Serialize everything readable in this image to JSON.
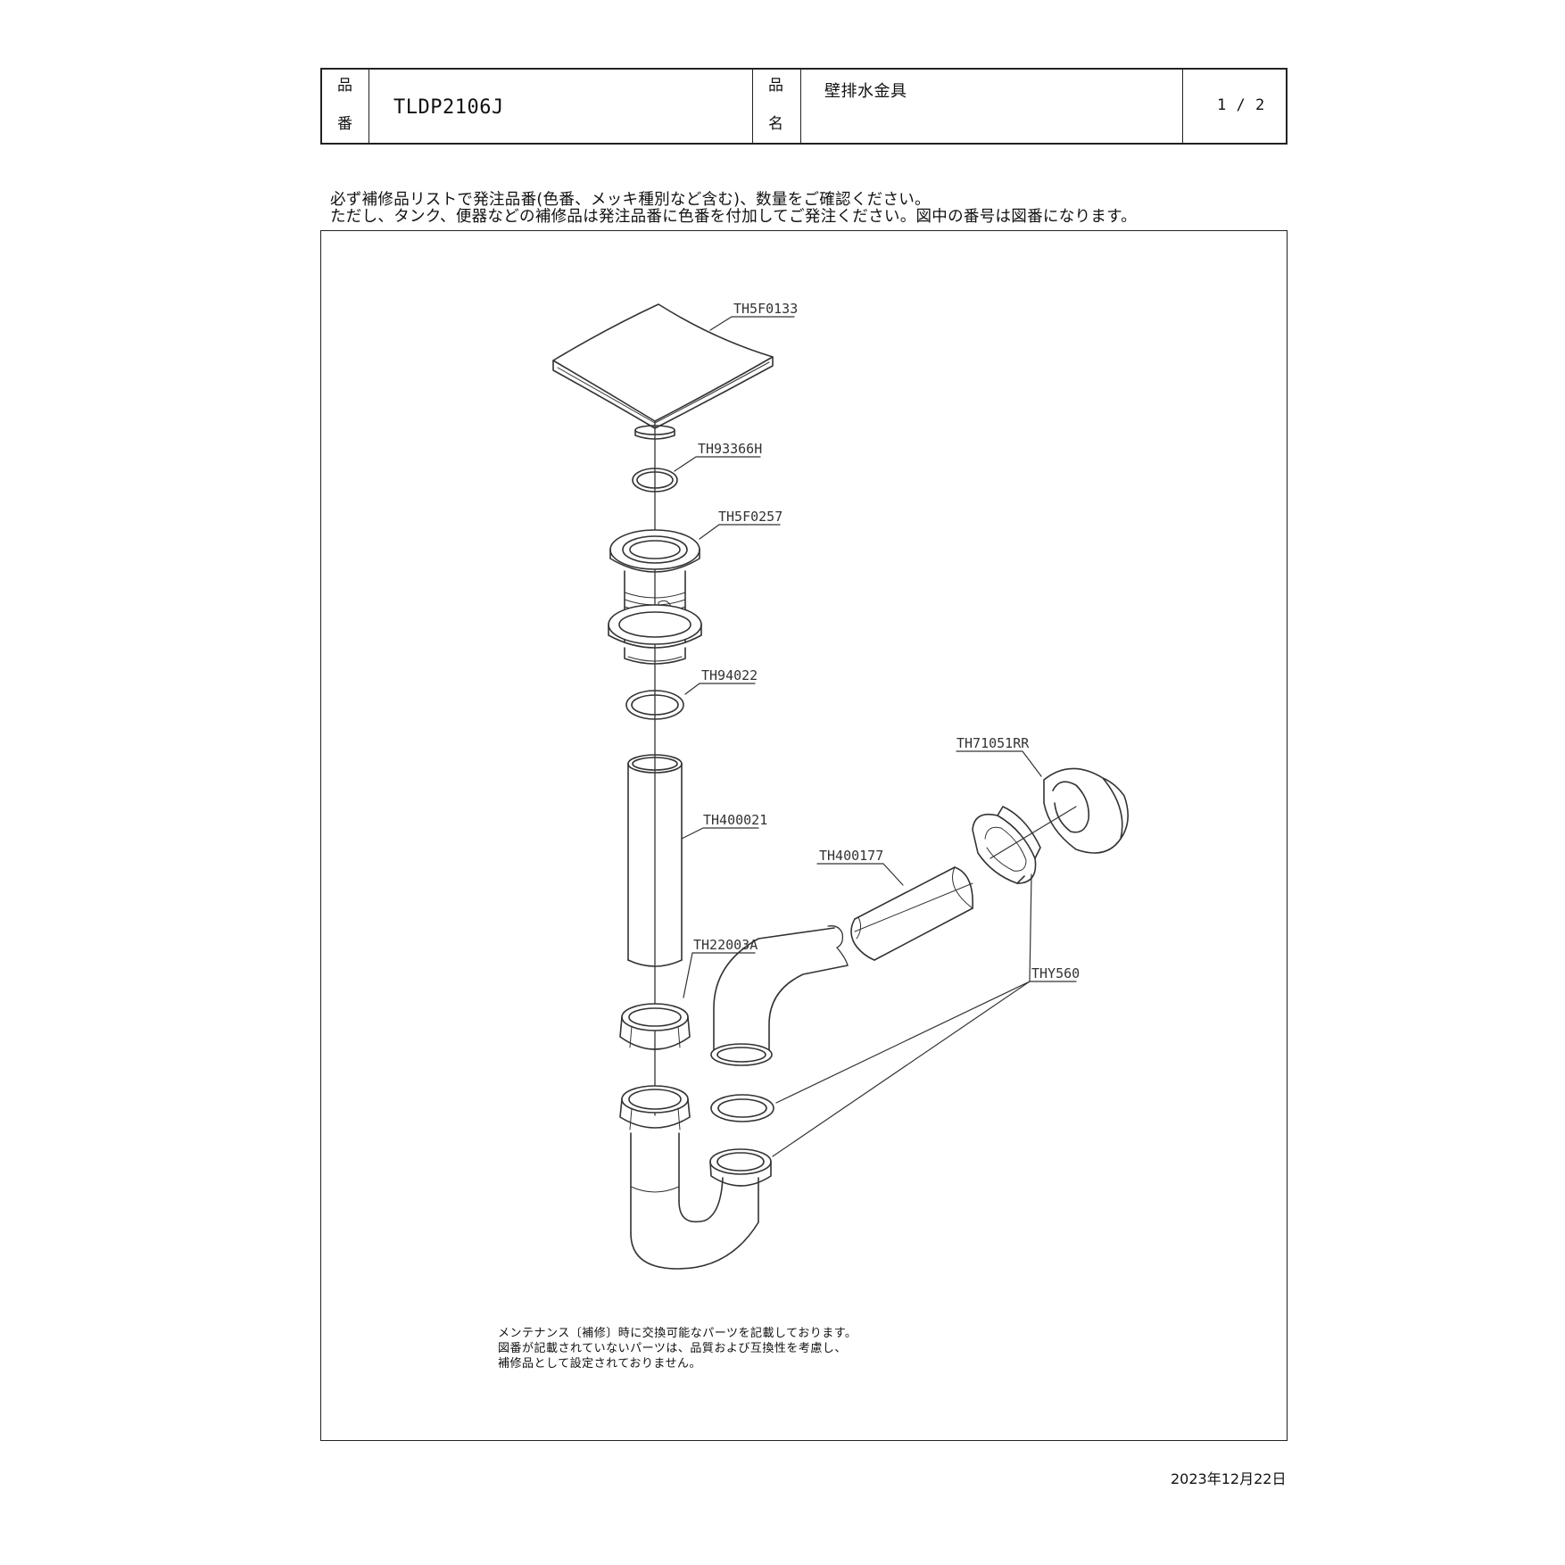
{
  "header": {
    "part_no_label": [
      "品",
      "番"
    ],
    "part_no_value": "TLDP2106J",
    "name_label": [
      "品",
      "名"
    ],
    "name_value": "壁排水金具",
    "page": "1 / 2"
  },
  "notice": {
    "line1": "必ず補修品リストで発注品番(色番、メッキ種別など含む)、数量をご確認ください。",
    "line2": "ただし、タンク、便器などの補修品は発注品番に色番を付加してご発注ください。図中の番号は図番になります。"
  },
  "parts": {
    "grate": "TH5F0133",
    "oring_top": "TH93366H",
    "drain_body": "TH5F0257",
    "gasket": "TH94022",
    "tail_pipe": "TH400021",
    "nut": "TH22003A",
    "wall_flange": "TH71051RR",
    "wall_pipe": "TH400177",
    "trap_parts": "THY560"
  },
  "maintenance_note": [
    "メンテナンス〔補修〕時に交換可能なパーツを記載しております。",
    "図番が記載されていないパーツは、品質および互換性を考慮し、",
    "補修品として設定されておりません。"
  ],
  "date": "2023年12月22日"
}
